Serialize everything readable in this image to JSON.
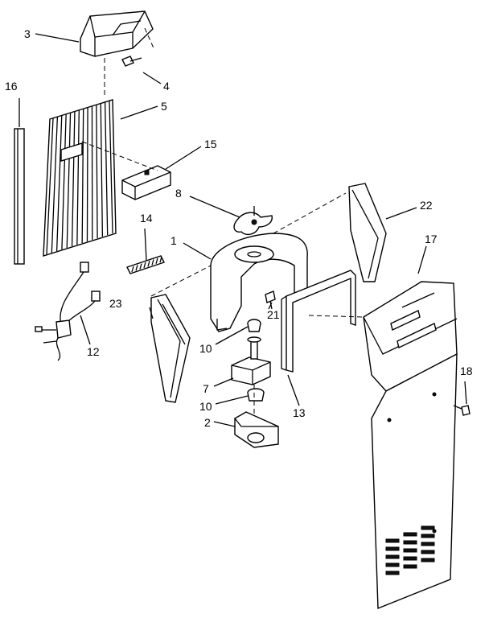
{
  "callouts": {
    "c1": "1",
    "c2": "2",
    "c3": "3",
    "c4": "4",
    "c5": "5",
    "c7": "7",
    "c8": "8",
    "c10a": "10",
    "c10b": "10",
    "c12": "12",
    "c13": "13",
    "c14": "14",
    "c15": "15",
    "c16": "16",
    "c17": "17",
    "c18": "18",
    "c21": "21",
    "c22": "22",
    "c23": "23"
  }
}
